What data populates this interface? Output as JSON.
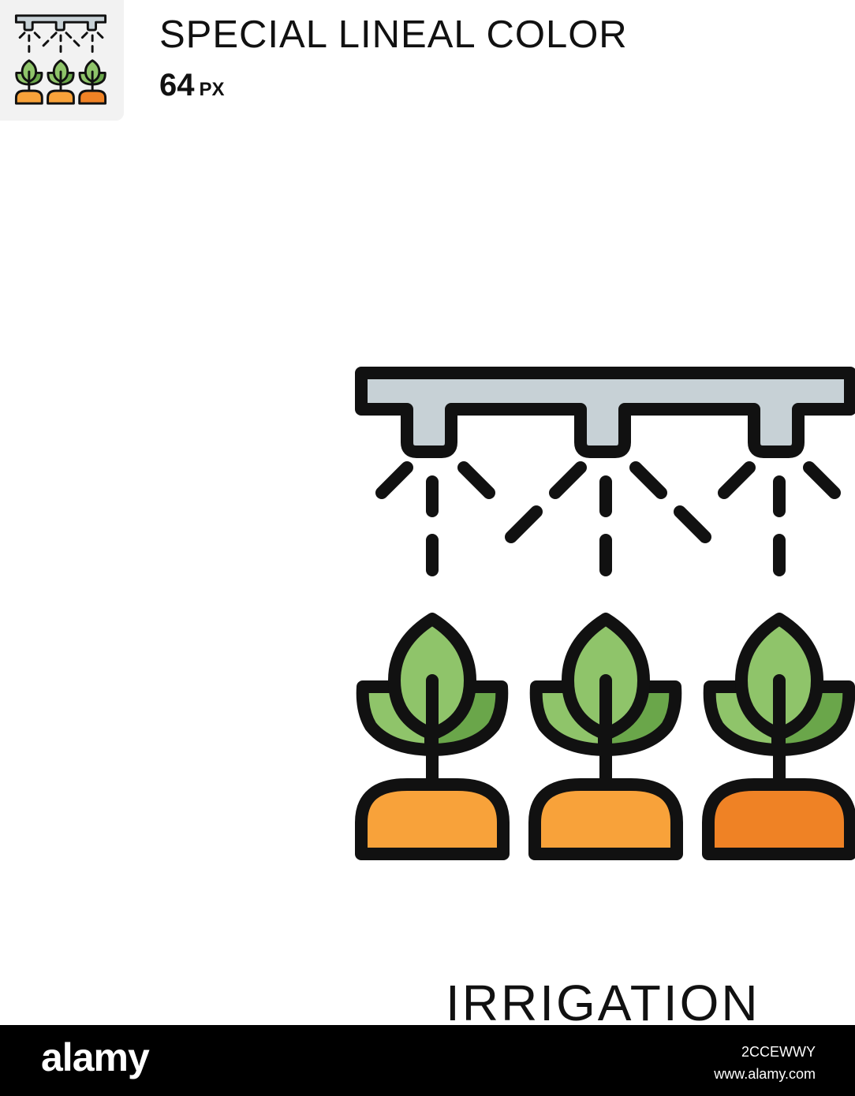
{
  "header": {
    "title": "SPECIAL LINEAL COLOR",
    "size_value": "64",
    "size_unit": "PX"
  },
  "caption": "IRRIGATION",
  "footer": {
    "brand": "alamy",
    "image_id": "2CCEWWY",
    "url": "www.alamy.com"
  },
  "icon": {
    "name": "irrigation-icon",
    "colors": {
      "outline": "#111111",
      "pipe": "#c7d1d6",
      "leaf_light": "#8fc46a",
      "leaf_dark": "#6aa64a",
      "soil_light": "#f8a23a",
      "soil_dark": "#ef8225"
    }
  }
}
